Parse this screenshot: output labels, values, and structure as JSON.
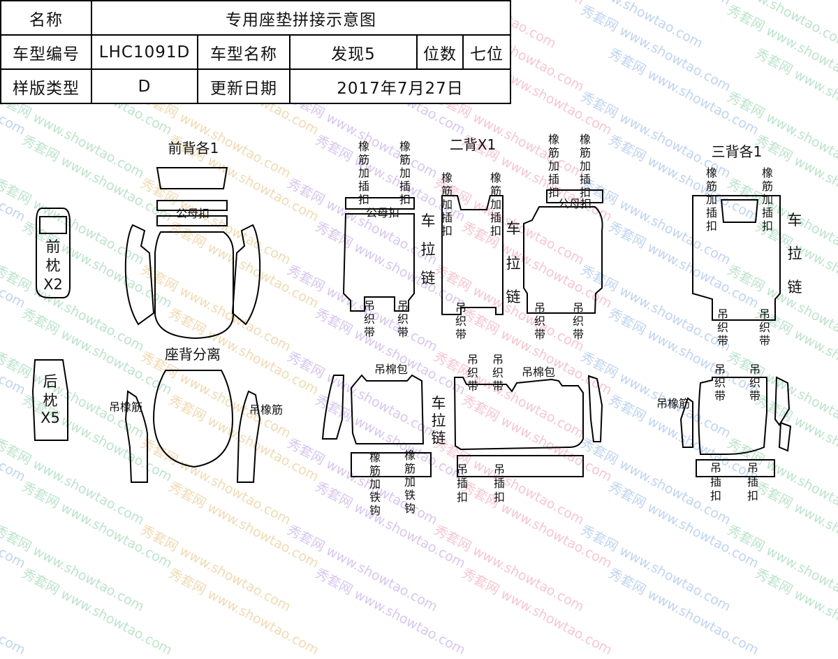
{
  "watermark": {
    "url": "www.showtao.com",
    "brand": "秀套网",
    "colors": [
      "#e36b8a",
      "#5b8fd6",
      "#52b87a",
      "#d9a03a",
      "#9a6bd1"
    ]
  },
  "table": {
    "name_label": "名称",
    "name_value": "专用座垫拼接示意图",
    "model_code_label": "车型编号",
    "model_code_value": "LHC1091D",
    "model_name_label": "车型名称",
    "model_name_value": "发现5",
    "seats_label": "位数",
    "seats_value": "七位",
    "template_type_label": "样版类型",
    "template_type_value": "D",
    "update_date_label": "更新日期",
    "update_date_value": "2017年7月27日"
  },
  "labels": {
    "front_back": "前背各1",
    "second_back": "二背X1",
    "third_back": "三背各1",
    "seat_back_separate": "座背分离",
    "front_pillow": [
      "前",
      "枕",
      "X2"
    ],
    "rear_pillow": [
      "后",
      "枕",
      "X5"
    ],
    "male_female_buckle": "公母扣",
    "rubber_insert_buckle": [
      "橡",
      "筋",
      "加",
      "插",
      "扣"
    ],
    "rubber_iron_hook": [
      "橡",
      "筋",
      "加",
      "铁",
      "钩"
    ],
    "car_zipper": [
      "车",
      "拉",
      "链"
    ],
    "hang_webbing": [
      "吊",
      "织",
      "带"
    ],
    "hang_insert_buckle": [
      "吊",
      "插",
      "扣"
    ],
    "hang_rubber": "吊橡筋",
    "hang_cotton_wrap": "吊棉包"
  }
}
